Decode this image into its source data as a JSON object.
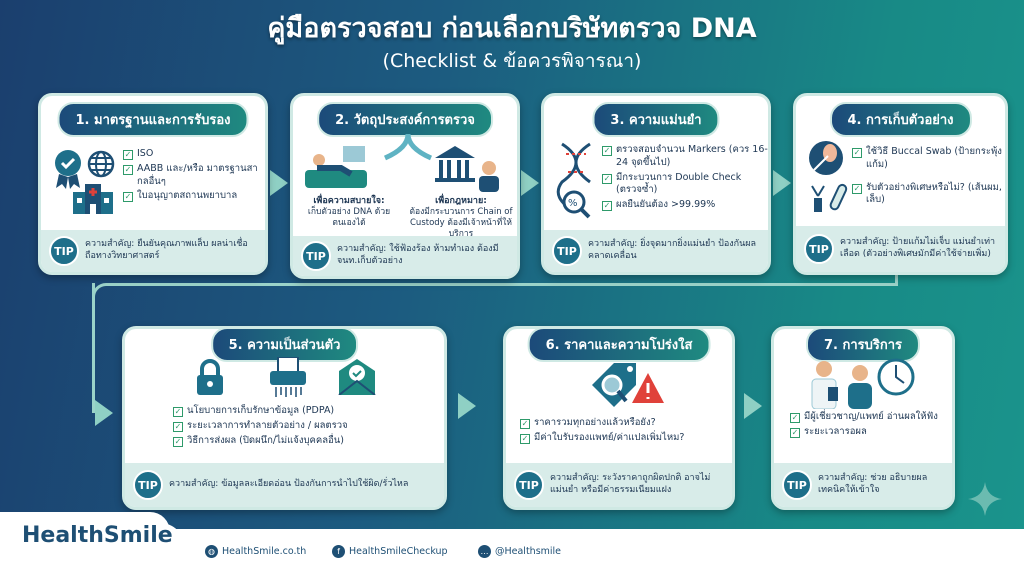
{
  "title": "คู่มือตรวจสอบ ก่อนเลือกบริษัทตรวจ DNA",
  "subtitle": "(Checklist & ข้อควรพิจารณา)",
  "tip_label": "TIP",
  "check_mark": "✓",
  "cards": [
    {
      "title": "1. มาตรฐานและการรับรอง",
      "items": [
        "ISO",
        "AABB และ/หรือ มาตรฐานสากลอื่นๆ",
        "ใบอนุญาตสถานพยาบาล"
      ],
      "tip": "ความสำคัญ: ยืนยันคุณภาพแล็บ ผลน่าเชื่อถือทางวิทยาศาสตร์"
    },
    {
      "title": "2. วัตถุประสงค์การตรวจ",
      "left_head": "เพื่อความสบายใจ:",
      "left_text": "เก็บตัวอย่าง DNA ด้วยตนเองได้",
      "right_head": "เพื่อกฎหมาย:",
      "right_text": "ต้องมีกระบวนการ Chain of Custody ต้องมีเจ้าหน้าที่ให้บริการ",
      "tip": "ความสำคัญ: ใช้ฟ้องร้อง ห้ามทำเอง ต้องมีจนท.เก็บตัวอย่าง"
    },
    {
      "title": "3. ความแม่นยำ",
      "items": [
        "ตรวจสอบจำนวน Markers (ควร 16-24 จุดขึ้นไป)",
        "มีกระบวนการ Double Check (ตรวจซ้ำ)",
        "ผลยืนยันต้อง >99.99%"
      ],
      "tip": "ความสำคัญ: ยิ่งจุดมากยิ่งแม่นยำ ป้องกันผลคลาดเคลื่อน"
    },
    {
      "title": "4. การเก็บตัวอย่าง",
      "items": [
        "ใช้วิธี Buccal Swab (ป้ายกระพุ้งแก้ม)",
        "รับตัวอย่างพิเศษหรือไม่? (เส้นผม, เล็บ)"
      ],
      "tip": "ความสำคัญ: ป้ายแก้มไม่เจ็บ แม่นยำเท่าเลือด (ตัวอย่างพิเศษมักมีค่าใช้จ่ายเพิ่ม)"
    },
    {
      "title": "5. ความเป็นส่วนตัว",
      "items": [
        "นโยบายการเก็บรักษาข้อมูล (PDPA)",
        "ระยะเวลาการทำลายตัวอย่าง / ผลตรวจ",
        "วิธีการส่งผล (ปิดผนึก/ไม่แจ้งบุคคลอื่น)"
      ],
      "tip": "ความสำคัญ: ข้อมูลละเอียดอ่อน ป้องกันการนำไปใช้ผิด/รั่วไหล"
    },
    {
      "title": "6. ราคาและความโปร่งใส",
      "items": [
        "ราคารวมทุกอย่างแล้วหรือยัง?",
        "มีค่าใบรับรองแพทย์/ค่าแปลเพิ่มไหม?"
      ],
      "tip": "ความสำคัญ: ระวังราคาถูกผิดปกติ อาจไม่แม่นยำ หรือมีค่าธรรมเนียมแฝง"
    },
    {
      "title": "7. การบริการ",
      "items": [
        "มีผู้เชี่ยวชาญ/แพทย์ อ่านผลให้ฟัง",
        "ระยะเวลารอผล"
      ],
      "tip": "ความสำคัญ: ช่วย อธิบายผลเทคนิคให้เข้าใจ"
    }
  ],
  "footer": {
    "logo": "HealthSmile",
    "website": "HealthSmile.co.th",
    "facebook": "HealthSmileCheckup",
    "line": "@Healthsmile"
  },
  "colors": {
    "navy": "#1b3f6e",
    "teal": "#188a86",
    "check": "#2e9a6a",
    "alert": "#e0413a"
  }
}
